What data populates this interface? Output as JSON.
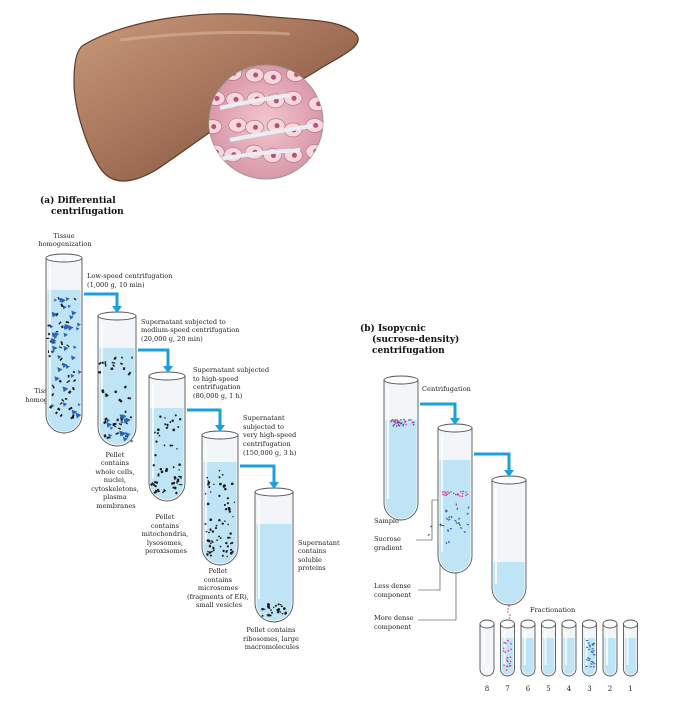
{
  "colors": {
    "arrow": "#1aa0dc",
    "liquid": "#bfe4f6",
    "tube_glass": "#f3f6f8",
    "band_pink": "#d4388a",
    "band_blue": "#2a5aa0",
    "liver": "#a47258"
  },
  "icons": [
    "liver-illustration",
    "tissue-micrograph",
    "centrifuge-tube",
    "process-arrow"
  ],
  "section_a": {
    "heading": [
      "(a) Differential",
      "centrifugation"
    ],
    "tissue_homogenization": [
      "Tissue",
      "homogenization"
    ],
    "tissue_homogenate": [
      "Tissue",
      "homogenate"
    ],
    "step1": [
      "Low-speed centrifugation",
      "(1,000 g, 10 min)"
    ],
    "step2": [
      "Supernatant subjected to",
      "medium-speed centrifugation",
      "(20,000 g, 20 min)"
    ],
    "step3": [
      "Supernatant subjected",
      "to high-speed",
      "centrifugation",
      "(80,000 g, 1 h)"
    ],
    "step4": [
      "Supernatant",
      "subjected to",
      "very high-speed",
      "centrifugation",
      "(150,000 g, 3 h)"
    ],
    "pellet1": [
      "Pellet",
      "contains",
      "whole cells,",
      "nuclei,",
      "cytoskeletons,",
      "plasma",
      "membranes"
    ],
    "pellet2": [
      "Pellet",
      "contains",
      "mitochondria,",
      "lysosomes,",
      "peroxisomes"
    ],
    "pellet3": [
      "Pellet",
      "contains",
      "microsomes",
      "(fragments of ER),",
      "small vesicles"
    ],
    "supernatant_final": [
      "Supernatant",
      "contains",
      "soluble",
      "proteins"
    ],
    "pellet4": [
      "Pellet contains",
      "ribosomes, large",
      "macromolecules"
    ]
  },
  "section_b": {
    "heading": [
      "(b) Isopycnic",
      "(sucrose-density)",
      "centrifugation"
    ],
    "centrifugation": "Centrifugation",
    "sample": "Sample",
    "sucrose_gradient": [
      "Sucrose",
      "gradient"
    ],
    "less_dense": [
      "Less dense",
      "component"
    ],
    "more_dense": [
      "More dense",
      "component"
    ],
    "fractionation": "Fractionation",
    "fraction_numbers": [
      "8",
      "7",
      "6",
      "5",
      "4",
      "3",
      "2",
      "1"
    ]
  }
}
